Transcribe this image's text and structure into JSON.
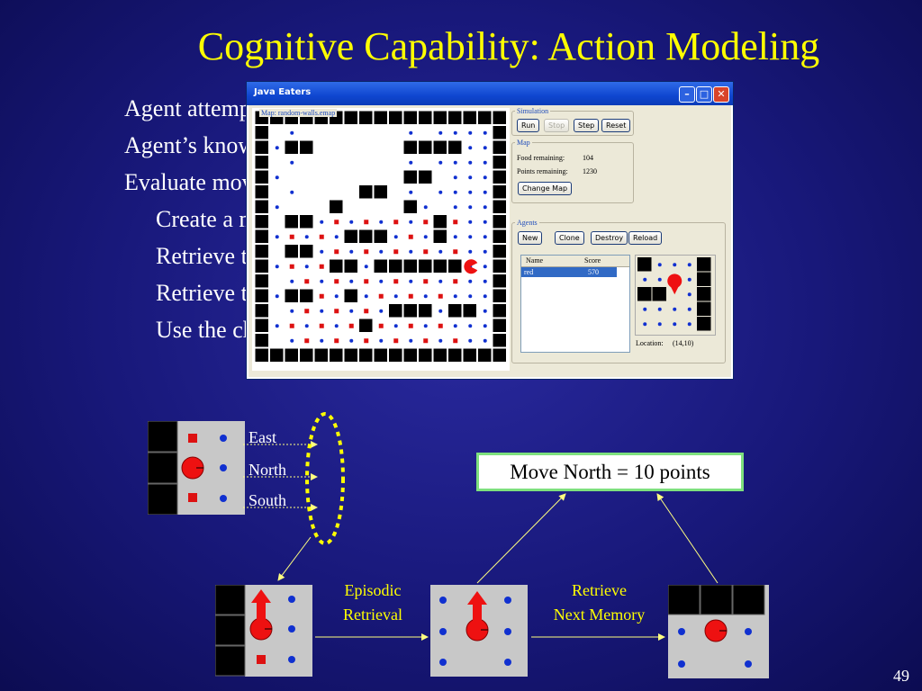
{
  "slide": {
    "title": "Cognitive Capability: Action Modeling",
    "page_number": "49",
    "bullets": [
      {
        "text": "Agent attempts to predict the outcome of an action",
        "indent": false
      },
      {
        "text": "Agent’s knowledge is incomplete",
        "indent": false
      },
      {
        "text": "Evaluate moves by:",
        "indent": false
      },
      {
        "text": "Create a memory cue of the state and action",
        "indent": true
      },
      {
        "text": "Retrieve the best matching episode",
        "indent": true
      },
      {
        "text": "Retrieve the next episode",
        "indent": true
      },
      {
        "text": "Use the change in score to evaluate the proposed action",
        "indent": true
      }
    ]
  },
  "window": {
    "title": "Java Eaters",
    "map_label": "Map: random-walls.emap",
    "simulation": {
      "label": "Simulation",
      "run": "Run",
      "stop": "Stop",
      "step": "Step",
      "reset": "Reset"
    },
    "map": {
      "label": "Map",
      "food_label": "Food remaining:",
      "food_value": "104",
      "points_label": "Points remaining:",
      "points_value": "1230",
      "change_map": "Change Map"
    },
    "agents": {
      "label": "Agents",
      "new": "New",
      "clone": "Clone",
      "destroy": "Destroy",
      "reload": "Reload",
      "columns": [
        "Name",
        "Score"
      ],
      "rows": [
        {
          "name": "red",
          "score": "570"
        }
      ],
      "location_label": "Location:",
      "location_value": "(14,10)"
    }
  },
  "diagram": {
    "directions": [
      "East",
      "North",
      "South"
    ],
    "goal": "Move North = 10 points",
    "step1": [
      "Episodic",
      "Retrieval"
    ],
    "step2": [
      "Retrieve",
      "Next Memory"
    ]
  },
  "colors": {
    "title": "#ffff00",
    "food_red": "#dd1111",
    "food_blue": "#1030d0",
    "eater": "#ee1111",
    "goal_border": "#7ee07e"
  }
}
